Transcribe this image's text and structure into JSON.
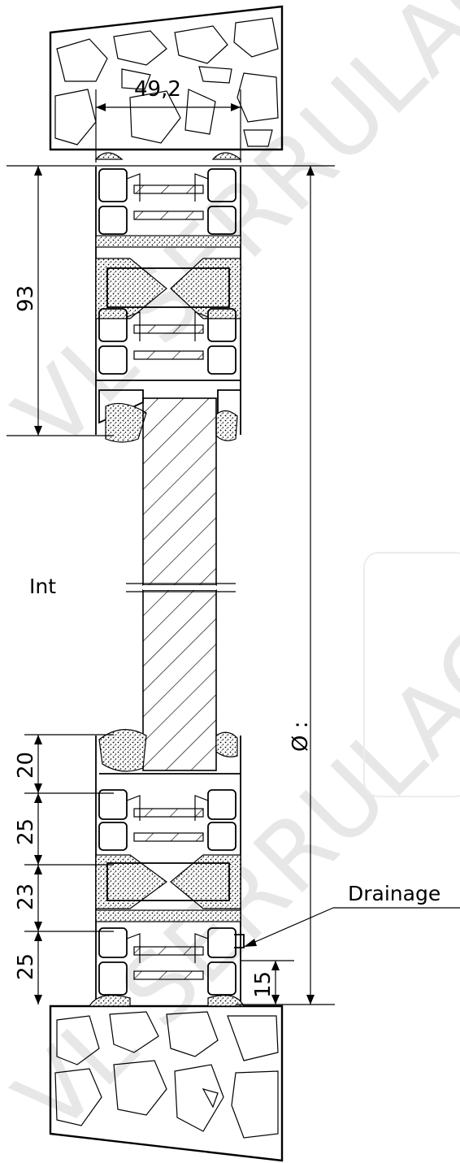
{
  "dimensions": {
    "width_top": "49,2",
    "frame_top": "93",
    "overall": "Ø :",
    "bottom_20": "20",
    "bottom_25a": "25",
    "bottom_23": "23",
    "bottom_25b": "25",
    "drain_15": "15"
  },
  "labels": {
    "interior": "Int",
    "drainage": "Drainage"
  },
  "watermark": {
    "upper": "VL SERRULAC",
    "lower": "VL SERRULAC"
  },
  "colors": {
    "line": "#000000",
    "watermark": "#d4d4d4",
    "background": "#ffffff"
  }
}
